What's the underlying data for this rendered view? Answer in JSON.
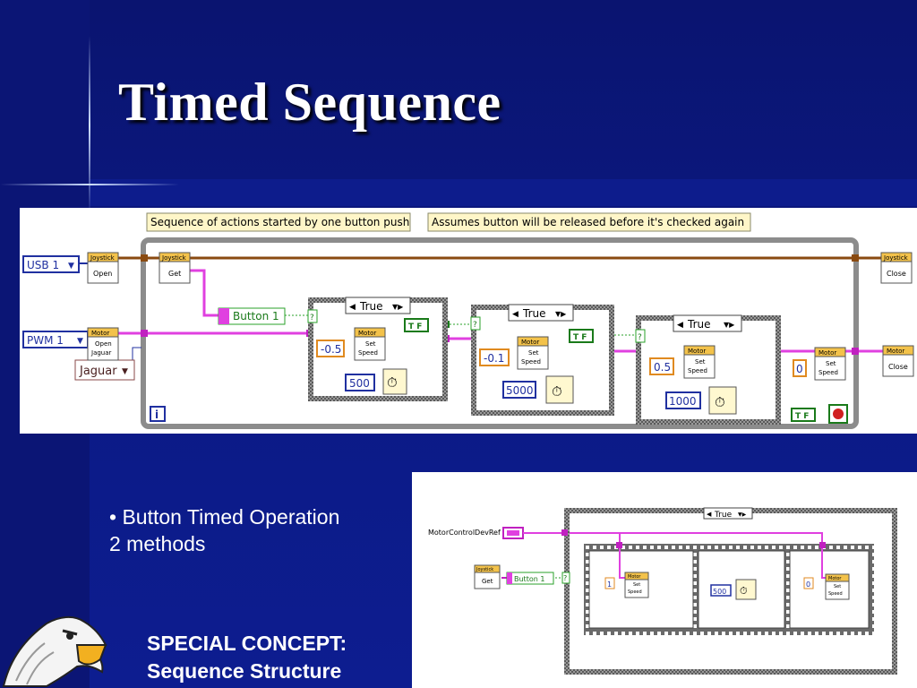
{
  "slide": {
    "title": "Timed Sequence",
    "bullet_text": "• Button Timed Operation",
    "bullet_line2": "2 methods",
    "concept_line1": "SPECIAL CONCEPT:",
    "concept_line2": "Sequence Structure",
    "colors": {
      "background": "#0c1a86",
      "title": "#ffffff",
      "panel": "#ffffff",
      "wire_pink": "#e040e0",
      "wire_brown": "#8a4a10",
      "subvi_header": "#f3c24a"
    }
  },
  "diagram1": {
    "comment1": "Sequence of actions started by one button push",
    "comment2": "Assumes button will be released before it's checked again",
    "usb_selector": "USB 1",
    "pwm_selector": "PWM 1",
    "jaguar_selector": "Jaguar",
    "joystick_header": "Joystick",
    "motor_header": "Motor",
    "open_label": "Open",
    "get_label": "Get",
    "close_label": "Close",
    "open_jaguar_line1": "Open",
    "open_jaguar_line2": "Jaguar",
    "set_line1": "Set",
    "set_line2": "Speed",
    "button_label": "Button 1",
    "case_true": "True",
    "speeds": [
      "-0.5",
      "-0.1",
      "0.5",
      "0"
    ],
    "waits": [
      "500",
      "5000",
      "1000"
    ],
    "loop_index": "i",
    "tf_label": "T F",
    "q_mark": "?"
  },
  "diagram2": {
    "ref_label": "MotorControlDevRef",
    "case_true": "True",
    "joystick_header": "Joystick",
    "get_label": "Get",
    "button_label": "Button 1",
    "motor_header": "Motor",
    "set_line1": "Set",
    "set_line2": "Speed",
    "speeds": [
      "1",
      "0"
    ],
    "wait": "500",
    "q_mark": "?"
  }
}
